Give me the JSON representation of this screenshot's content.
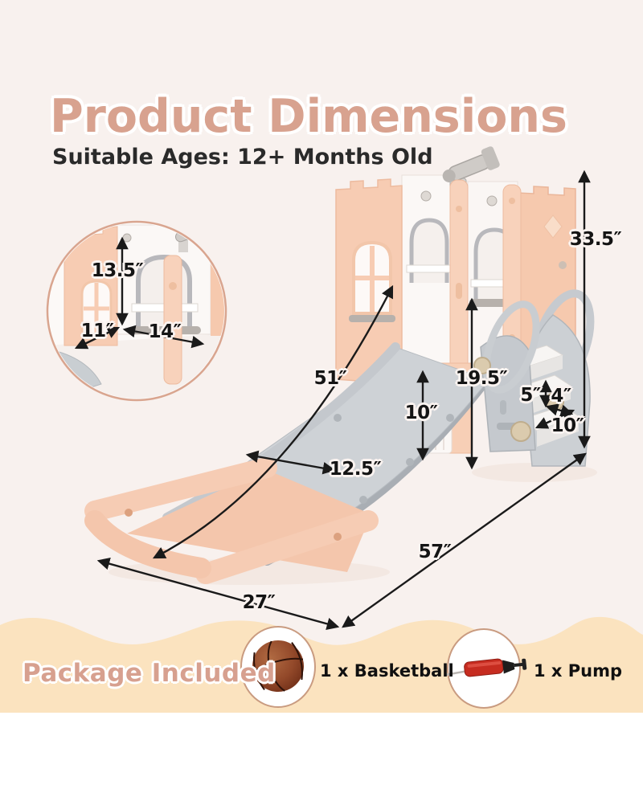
{
  "header": {
    "title": "Product Dimensions",
    "subtitle": "Suitable Ages: 12+ Months Old"
  },
  "dimensions": {
    "overall_height": "33.5″",
    "overall_length": "57″",
    "slide_base_length": "27″",
    "slide_length": "51″",
    "slide_width": "12.5″",
    "fence_height": "10″",
    "ladder_height": "19.5″",
    "step_height": "5″",
    "step_depth": "4″",
    "step_width": "10″",
    "inset_wall_height": "13.5″",
    "inset_platform_depth": "11″",
    "inset_platform_width": "14″"
  },
  "package": {
    "heading": "Package Included",
    "items": [
      {
        "icon": "basketball-icon",
        "label": "1 x Basketball"
      },
      {
        "icon": "pump-icon",
        "label": "1 x Pump"
      }
    ]
  },
  "colors": {
    "accent_peach": "#d8a28f",
    "product_peach": "#f7ccb3",
    "product_gray": "#ced2d6",
    "band_cream": "#fbe3bf",
    "arrow_black": "#1a1a1a"
  }
}
